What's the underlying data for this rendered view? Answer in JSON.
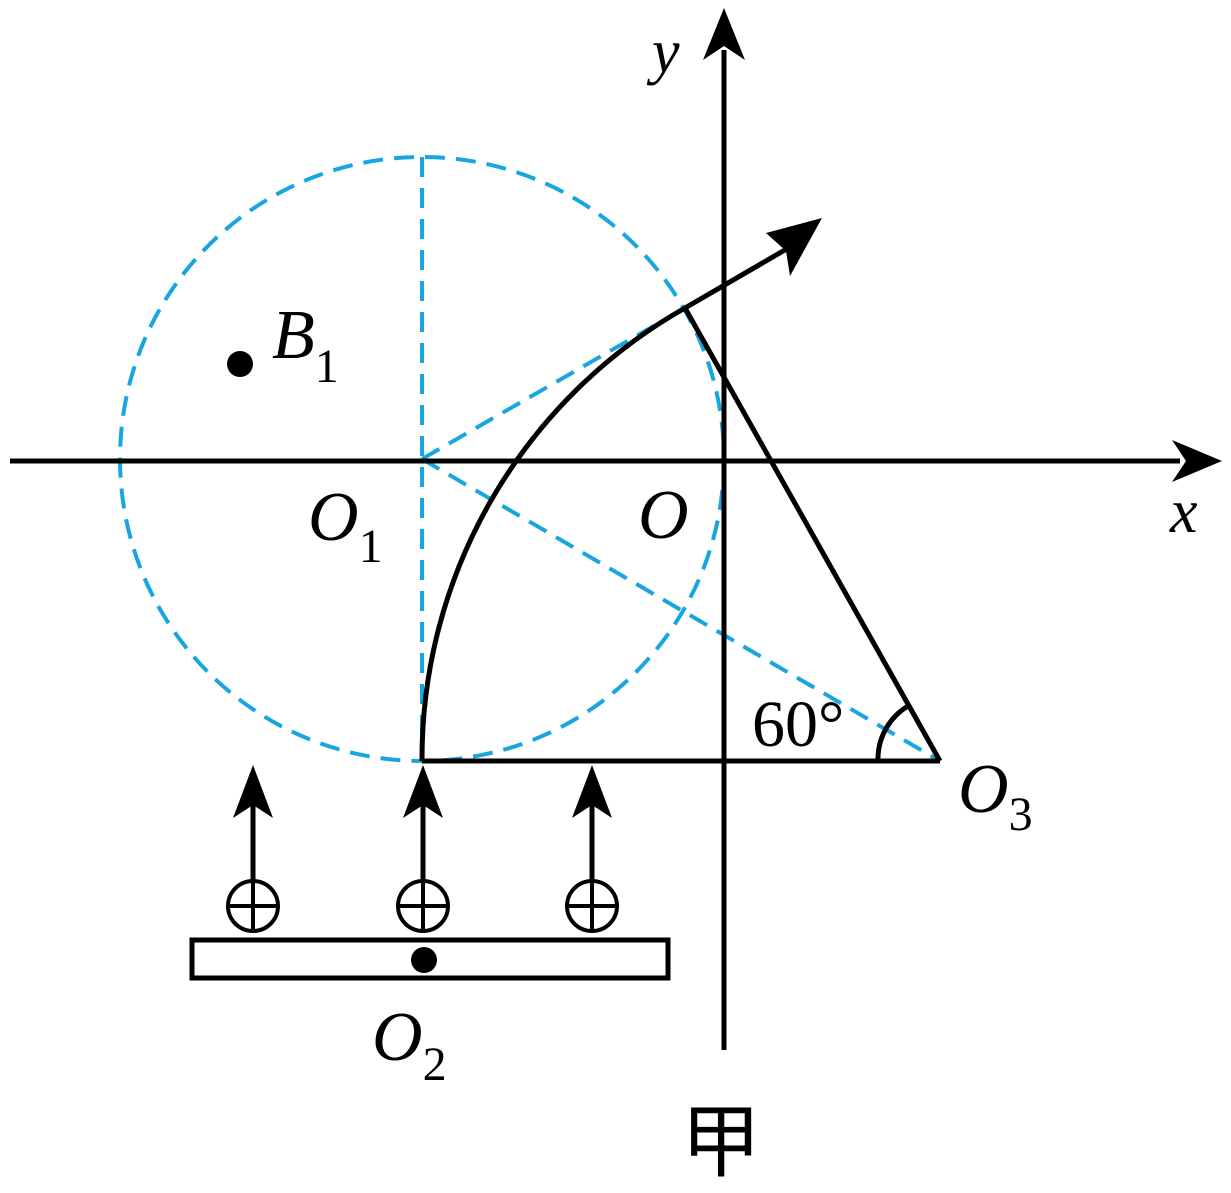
{
  "labels": {
    "axis_x": "x",
    "axis_y": "y",
    "origin": "O",
    "o1": {
      "letter": "O",
      "sub": "1"
    },
    "o2": {
      "letter": "O",
      "sub": "2"
    },
    "o3": {
      "letter": "O",
      "sub": "3"
    },
    "b1": {
      "letter": "B",
      "sub": "1"
    },
    "angle": "60°",
    "caption": "甲"
  },
  "colors": {
    "stroke": "#000000",
    "dashed_circle": "#17a6df"
  }
}
